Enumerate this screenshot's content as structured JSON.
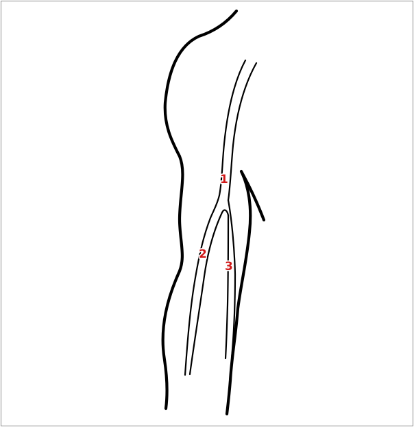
{
  "markers": [
    {
      "id": "1",
      "label": "1"
    },
    {
      "id": "2",
      "label": "2"
    },
    {
      "id": "3",
      "label": "3"
    }
  ],
  "colors": {
    "marker": "#d01818",
    "line": "#000000",
    "background": "#ffffff",
    "border": "#8a8a8a"
  }
}
